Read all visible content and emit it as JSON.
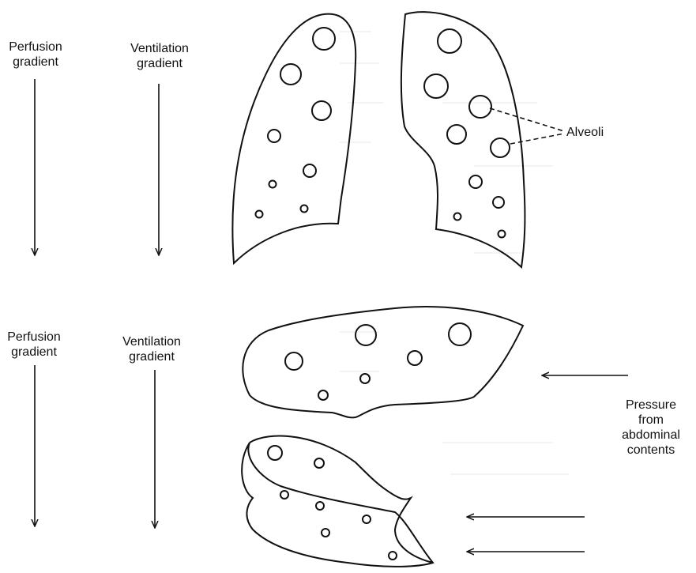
{
  "upright": {
    "perfusion_label": [
      "Perfusion",
      "gradient"
    ],
    "ventilation_label": [
      "Ventilation",
      "gradient"
    ]
  },
  "supine": {
    "perfusion_label": [
      "Perfusion",
      "gradient"
    ],
    "ventilation_label": [
      "Ventilation",
      "gradient"
    ]
  },
  "annotations": {
    "alveoli": "Alveoli",
    "pressure": [
      "Pressure",
      "from",
      "abdominal",
      "contents"
    ]
  }
}
